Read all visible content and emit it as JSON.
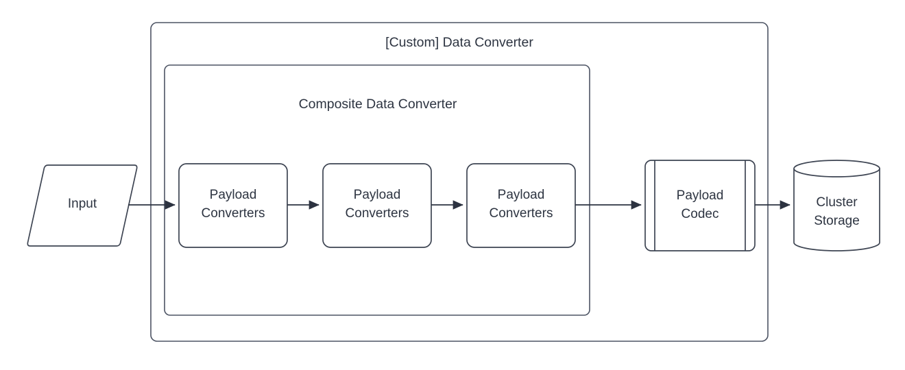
{
  "diagram": {
    "title": "[Custom] Data Converter",
    "background_color": "#ffffff",
    "stroke_color": "#4c5363",
    "text_color": "#2d3441",
    "arrow_color": "#2c3240"
  },
  "containers": {
    "outer": {
      "label": "[Custom] Data Converter",
      "name": "custom-data-converter-container"
    },
    "inner": {
      "label": "Composite Data Converter",
      "name": "composite-data-converter-container"
    }
  },
  "nodes": {
    "input": {
      "label": "Input",
      "shape": "parallelogram"
    },
    "converter_1": {
      "line1": "Payload",
      "line2": "Converters",
      "shape": "rounded-rect"
    },
    "converter_2": {
      "line1": "Payload",
      "line2": "Converters",
      "shape": "rounded-rect"
    },
    "converter_3": {
      "line1": "Payload",
      "line2": "Converters",
      "shape": "rounded-rect"
    },
    "codec": {
      "line1": "Payload",
      "line2": "Codec",
      "shape": "subroutine"
    },
    "storage": {
      "line1": "Cluster",
      "line2": "Storage",
      "shape": "cylinder"
    }
  },
  "connectors": [
    {
      "name": "input-to-converter-1",
      "from": "input",
      "to": "converter_1"
    },
    {
      "name": "converter-1-to-converter-2",
      "from": "converter_1",
      "to": "converter_2"
    },
    {
      "name": "converter-2-to-converter-3",
      "from": "converter_2",
      "to": "converter_3"
    },
    {
      "name": "converter-3-to-codec",
      "from": "converter_3",
      "to": "codec"
    },
    {
      "name": "codec-to-storage",
      "from": "codec",
      "to": "storage"
    }
  ]
}
